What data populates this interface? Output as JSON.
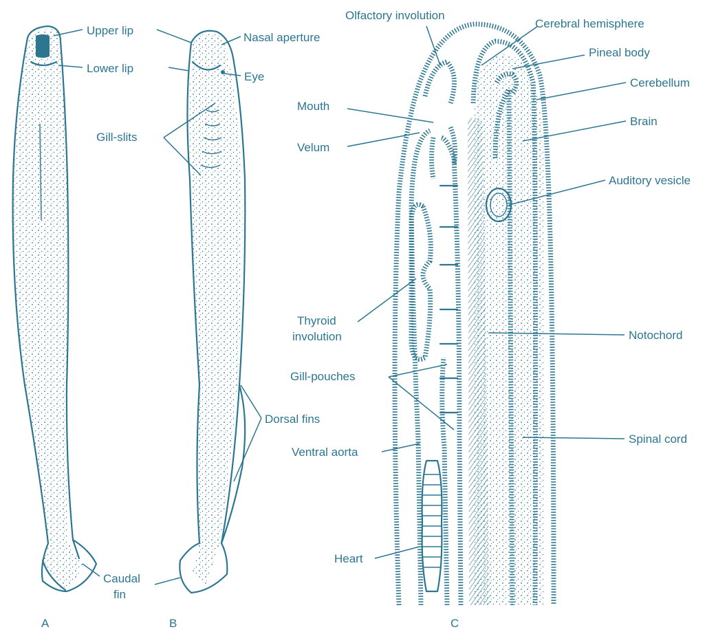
{
  "colors": {
    "ink": "#2c7690",
    "paper": "#ffffff"
  },
  "panels": {
    "a": {
      "letter": "A"
    },
    "b": {
      "letter": "B"
    },
    "c": {
      "letter": "C"
    }
  },
  "labels": {
    "upper_lip": "Upper lip",
    "lower_lip": "Lower lip",
    "nasal_aperture": "Nasal aperture",
    "eye": "Eye",
    "gill_slits": "Gill-slits",
    "dorsal_fins": "Dorsal fins",
    "caudal_fin_line1": "Caudal",
    "caudal_fin_line2": "fin",
    "olfactory_involution": "Olfactory involution",
    "cerebral_hemisphere": "Cerebral hemisphere",
    "pineal_body": "Pineal body",
    "cerebellum": "Cerebellum",
    "mouth": "Mouth",
    "brain": "Brain",
    "velum": "Velum",
    "auditory_vesicle": "Auditory vesicle",
    "thyroid_involution_line1": "Thyroid",
    "thyroid_involution_line2": "involution",
    "notochord": "Notochord",
    "gill_pouches": "Gill-pouches",
    "spinal_cord": "Spinal cord",
    "ventral_aorta": "Ventral aorta",
    "heart": "Heart"
  }
}
